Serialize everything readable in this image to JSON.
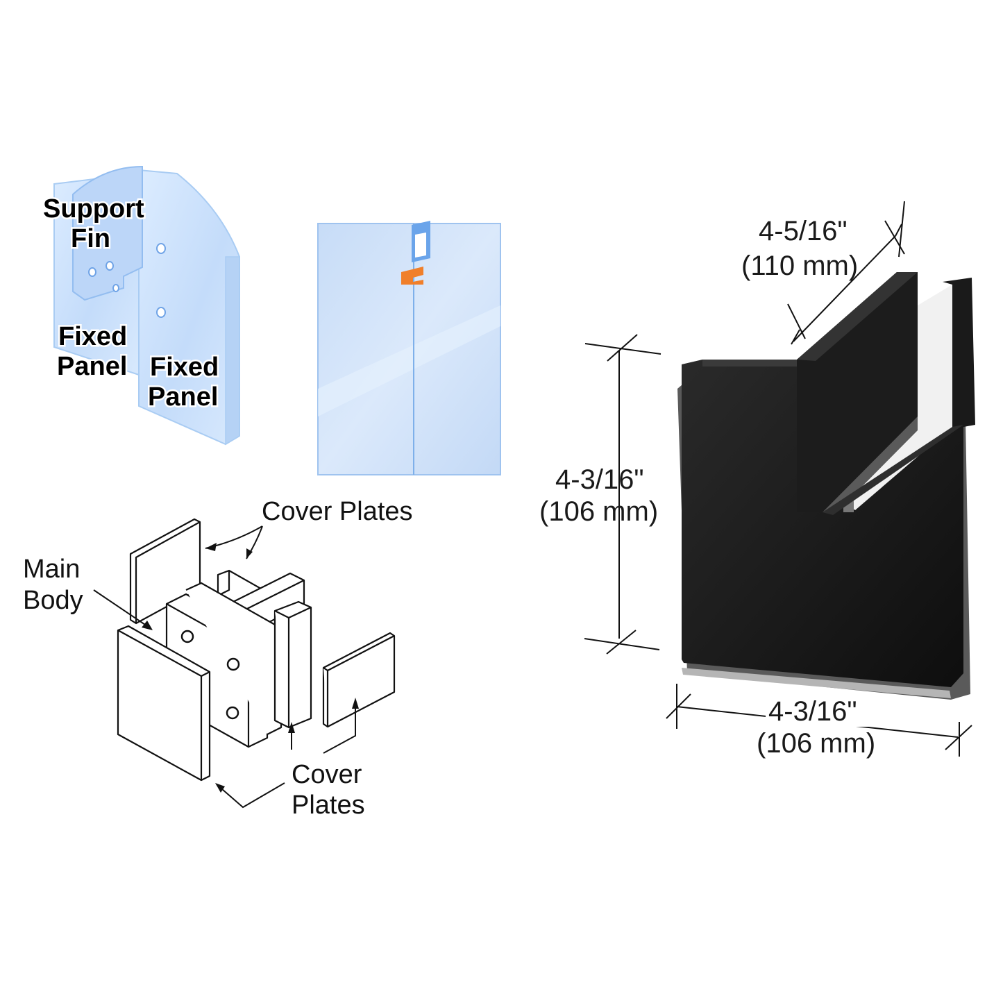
{
  "glass_diagram": {
    "support_fin_line1": "Support",
    "support_fin_line2": "Fin",
    "fixed_panel_a_line1": "Fixed",
    "fixed_panel_a_line2": "Panel",
    "fixed_panel_b_line1": "Fixed",
    "fixed_panel_b_line2": "Panel"
  },
  "exploded_view": {
    "cover_plates_top": "Cover Plates",
    "main_body_line1": "Main",
    "main_body_line2": "Body",
    "cover_plates_bottom_line1": "Cover",
    "cover_plates_bottom_line2": "Plates"
  },
  "dimensions": {
    "depth_in": "4-5/16\"",
    "depth_mm": "(110 mm)",
    "height_in": "4-3/16\"",
    "height_mm": "(106 mm)",
    "width_in": "4-3/16\"",
    "width_mm": "(106 mm)"
  },
  "colors": {
    "glass": "#cfe3fb",
    "glass_edge": "#9cc4f2",
    "clamp_finish": "#1a1a1a",
    "gasket": "#f1f1f1",
    "insert_accent": "#f07f2a"
  }
}
